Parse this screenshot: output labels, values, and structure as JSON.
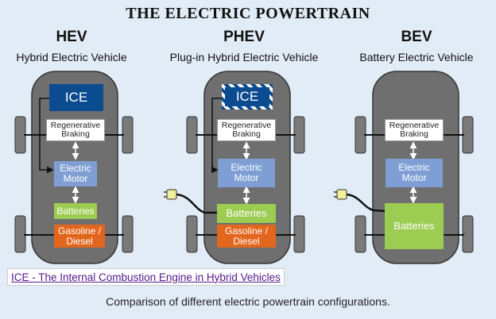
{
  "title": "THE ELECTRIC POWERTRAIN",
  "columns": [
    {
      "name": "HEV",
      "subtitle": "Hybrid Electric Vehicle",
      "ice": "ICE",
      "regen": "Regenerative Braking",
      "motor": "Electric Motor",
      "batteries": "Batteries",
      "fuel": "Gasoline / Diesel"
    },
    {
      "name": "PHEV",
      "subtitle": "Plug-in Hybrid Electric Vehicle",
      "ice": "ICE",
      "regen": "Regenerative Braking",
      "motor": "Electric Motor",
      "batteries": "Batteries",
      "fuel": "Gasoline / Diesel"
    },
    {
      "name": "BEV",
      "subtitle": "Battery Electric Vehicle",
      "regen": "Regenerative Braking",
      "motor": "Electric Motor",
      "batteries": "Batteries"
    }
  ],
  "link_text": "ICE - The Internal Combustion Engine in Hybrid Vehicles",
  "caption": "Comparison of different electric powertrain configurations.",
  "colors": {
    "background": "#e2ecf7",
    "car_body": "#6f6f6f",
    "ice": "#0b4b8f",
    "motor": "#7f9fd4",
    "batteries": "#9ccc51",
    "fuel": "#e2661d",
    "plug": "#f2ee9a"
  }
}
